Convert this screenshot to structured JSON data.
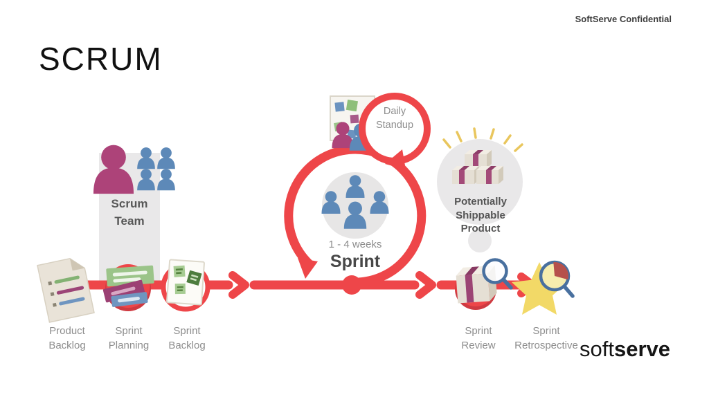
{
  "header": {
    "confidential": "SoftServe Confidential"
  },
  "title": "SCRUM",
  "diagram": {
    "scrum_team": "Scrum Team",
    "product_backlog": "Product Backlog",
    "sprint_planning": "Sprint Planning",
    "sprint_backlog": "Sprint Backlog",
    "daily_standup": "Daily Standup",
    "sprint_duration": "1 - 4 weeks",
    "sprint_label": "Sprint",
    "shippable_product": "Potentially Shippable Product",
    "sprint_review": "Sprint Review",
    "sprint_retrospective": "Sprint Retrospective"
  },
  "footer": {
    "logo_light": "soft",
    "logo_bold": "serve"
  },
  "colors": {
    "red": "#ee4649",
    "red_dark": "#cf3a41",
    "magenta": "#ad4379",
    "blue": "#5d89b8",
    "gray_bg": "#e9e8e9",
    "label_gray": "#8d8d8d",
    "text_dark": "#4f4f4f",
    "yellow": "#f2d967",
    "navy": "#49709f",
    "green": "#9bc489",
    "green_dark": "#4d7c3e",
    "beige": "#e5dfd4"
  }
}
